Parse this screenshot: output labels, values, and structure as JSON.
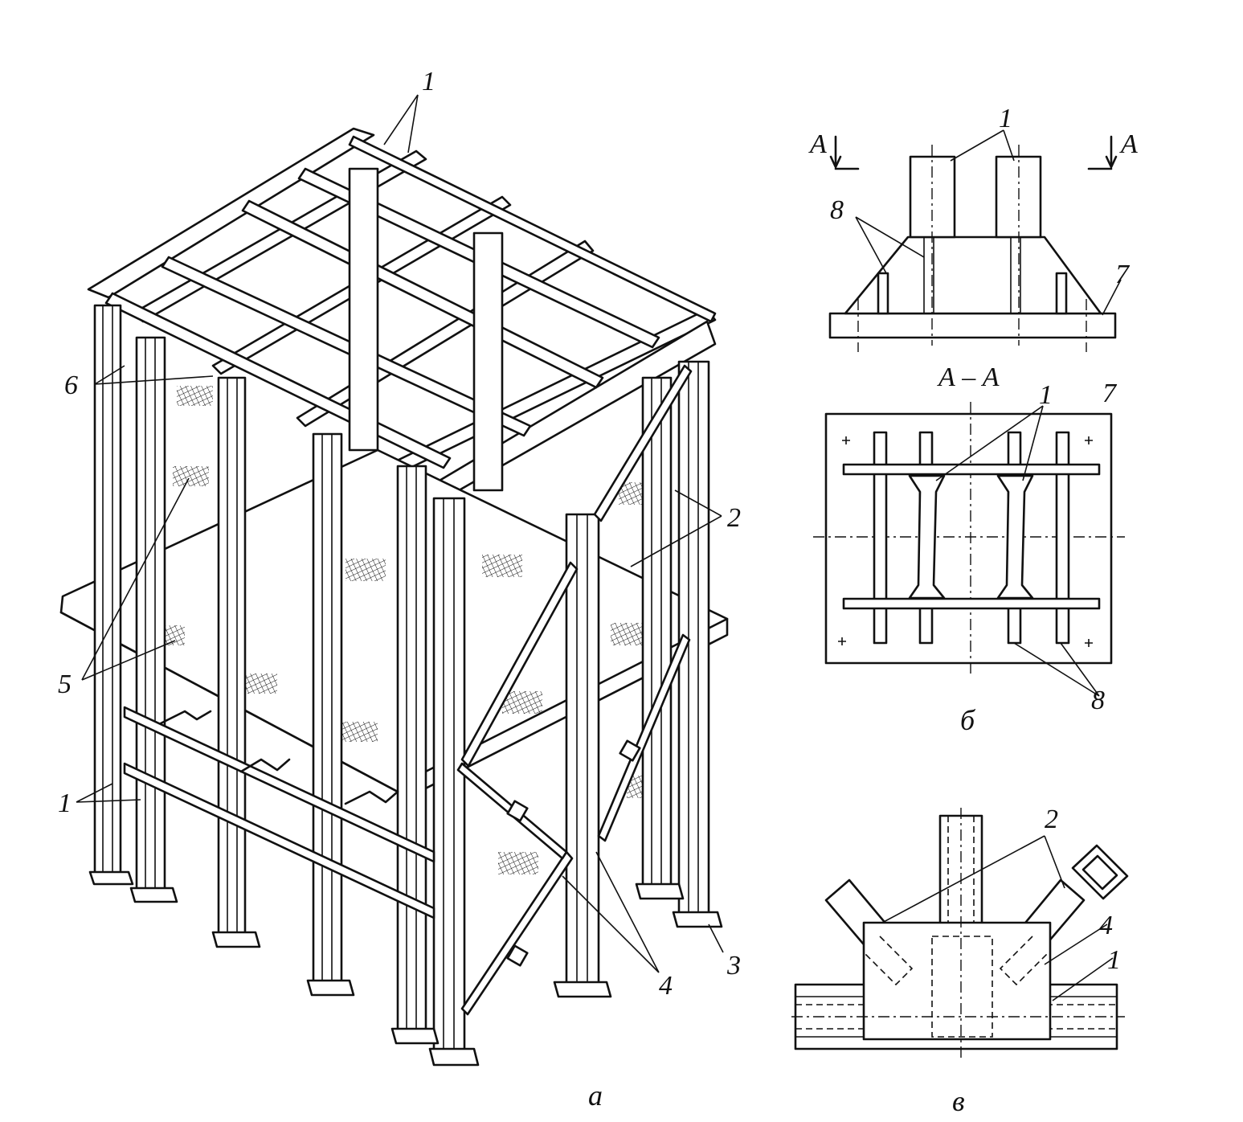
{
  "figure": {
    "panels": [
      {
        "id": "a",
        "caption": "а"
      },
      {
        "id": "b",
        "caption": "б",
        "section_title": "А – А"
      },
      {
        "id": "v",
        "caption": "в"
      }
    ],
    "callouts_a": {
      "c1_top": "1",
      "c6": "6",
      "c2": "2",
      "c5": "5",
      "c1_bottom": "1",
      "c4": "4",
      "c3": "3"
    },
    "callouts_b": {
      "section_left": "А",
      "section_right": "А",
      "c1_elev": "1",
      "c8_elev": "8",
      "c7_elev": "7",
      "c1_plan": "1",
      "c7_plan": "7",
      "c8_plan": "8"
    },
    "callouts_v": {
      "c2": "2",
      "c4": "4",
      "c1": "1"
    }
  }
}
